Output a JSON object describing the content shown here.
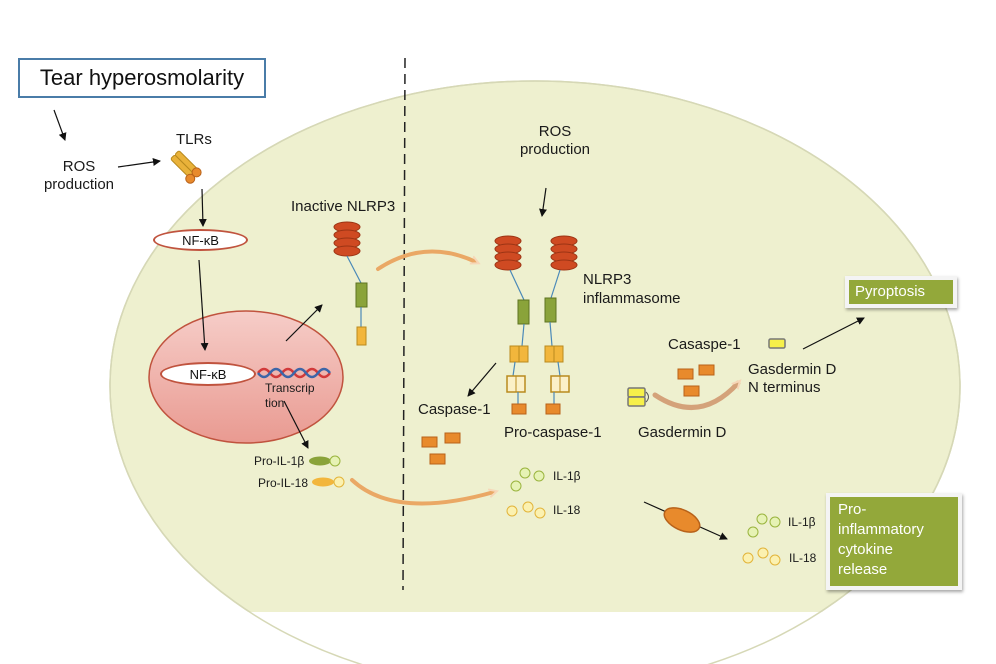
{
  "title": "Tear hyperosmolarity",
  "left": {
    "ros_production": [
      "ROS",
      "production"
    ],
    "tlrs": "TLRs",
    "nfkb_cytoplasm": "NF-κB",
    "nfkb_nucleus": "NF-κB",
    "transcription": [
      "Transcrip",
      "tion"
    ],
    "pro_il1b": "Pro-IL-1β",
    "pro_il18": "Pro-IL-18",
    "inactive_nlrp3": "Inactive NLRP3"
  },
  "right": {
    "ros_production": [
      "ROS",
      "production"
    ],
    "nlrp3_inflammasome": [
      "NLRP3",
      "inflammasome"
    ],
    "caspase1": "Caspase-1",
    "pro_caspase1": "Pro-caspase-1",
    "casaspe1": "Casaspe-1",
    "gasdermin_d": "Gasdermin D",
    "gasdermin_d_n": [
      "Gasdermin D",
      "N terminus"
    ],
    "il1b": "IL-1β",
    "il18": "IL-18"
  },
  "outside": {
    "pyroptosis": "Pyroptosis",
    "il1b": "IL-1β",
    "il18": "IL-18",
    "release": [
      "Pro-",
      "inflammatory",
      "cytokine",
      "release"
    ]
  },
  "colors": {
    "cell": "#eef0cf",
    "cell_border": "#c9cca8",
    "nucleus": "#f0b4ad",
    "nucleus_border": "#c0533e",
    "nlrp3_red": "#cf4a22",
    "domain_green": "#8aa33a",
    "domain_yellow": "#f2b63c",
    "caspase_orange": "#e88a2c",
    "accent_green_box": "#93a83a",
    "title_border": "#4a7ca8"
  }
}
